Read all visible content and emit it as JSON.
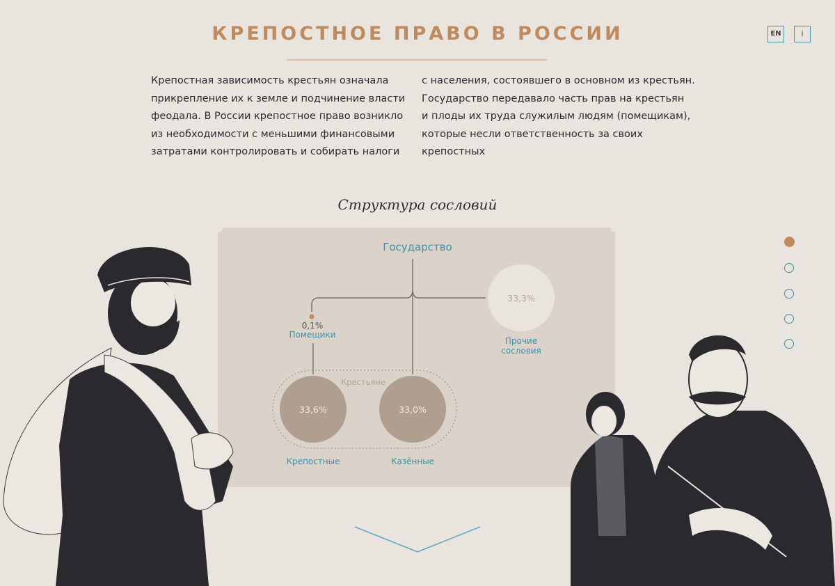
{
  "header": {
    "title": "КРЕПОСТНОЕ ПРАВО В РОССИИ",
    "lang_button": "EN",
    "info_button": "i"
  },
  "intro": {
    "col1": [
      "Крепостная зависимость крестьян означала",
      "прикрепление их к земле и подчинение власти",
      "феодала. В России крепостное право возникло",
      "из необходимости с меньшими финансовыми",
      "затратами контролировать и собирать налоги"
    ],
    "col2": [
      "с населения, состоявшего в основном из крестьян.",
      "Государство передавало часть прав на крестьян",
      "и плоды их труда служилым людям (помещикам),",
      "которые несли ответственность за своих",
      "крепостных"
    ]
  },
  "diagram": {
    "title": "Структура сословий",
    "root": "Государство",
    "landowners": {
      "label": "Помещики",
      "pct": "0,1%"
    },
    "others": {
      "label_line1": "Прочие",
      "label_line2": "сословия",
      "pct": "33,3%"
    },
    "peasants_group": "Крестьяне",
    "serfs": {
      "label": "Крепостные",
      "pct": "33,6%"
    },
    "state_peasants": {
      "label": "Казённые",
      "pct": "33,0%"
    }
  },
  "chart_data": {
    "type": "pie",
    "title": "Структура сословий",
    "categories": [
      "Помещики",
      "Крепостные",
      "Казённые",
      "Прочие сословия"
    ],
    "values": [
      0.1,
      33.6,
      33.0,
      33.3
    ],
    "units": "%",
    "groups": {
      "Крестьяне": [
        "Крепостные",
        "Казённые"
      ]
    },
    "root": "Государство"
  },
  "nav": {
    "dots": [
      {
        "active": true
      },
      {
        "active": false
      },
      {
        "active": false
      },
      {
        "active": false
      },
      {
        "active": false
      }
    ]
  },
  "colors": {
    "background": "#e9e4dd",
    "panel": "#dbd2c9",
    "accent": "#c08a5f",
    "link": "#3d92ab",
    "circle_dark": "#b09e90",
    "ink": "#2a2a2e"
  }
}
